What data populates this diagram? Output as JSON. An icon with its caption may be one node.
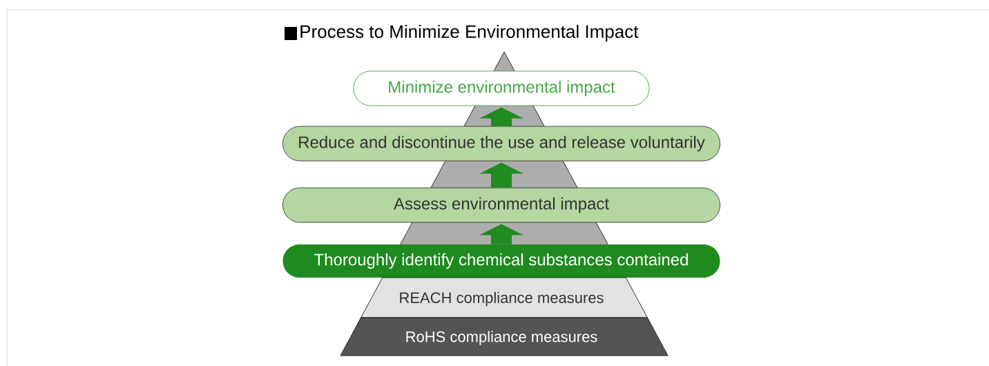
{
  "diagram": {
    "title": "Process to Minimize Environmental Impact",
    "nodes": [
      {
        "text": [
          "Minimize environmental impact"
        ]
      },
      {
        "text": [
          "Reduce and discontinue the use and release voluntarily"
        ]
      },
      {
        "text": [
          "Assess environmental impact"
        ]
      },
      {
        "text": [
          "Thoroughly identify chemical substances contained"
        ]
      },
      {
        "text": [
          "REACH compliance measures"
        ]
      },
      {
        "text": [
          "RoHS compliance measures"
        ]
      }
    ],
    "edges": [
      {
        "from": 3,
        "to": 2,
        "arrow": "to"
      },
      {
        "from": 2,
        "to": 1,
        "arrow": "to"
      },
      {
        "from": 1,
        "to": 0,
        "arrow": "to"
      }
    ]
  }
}
